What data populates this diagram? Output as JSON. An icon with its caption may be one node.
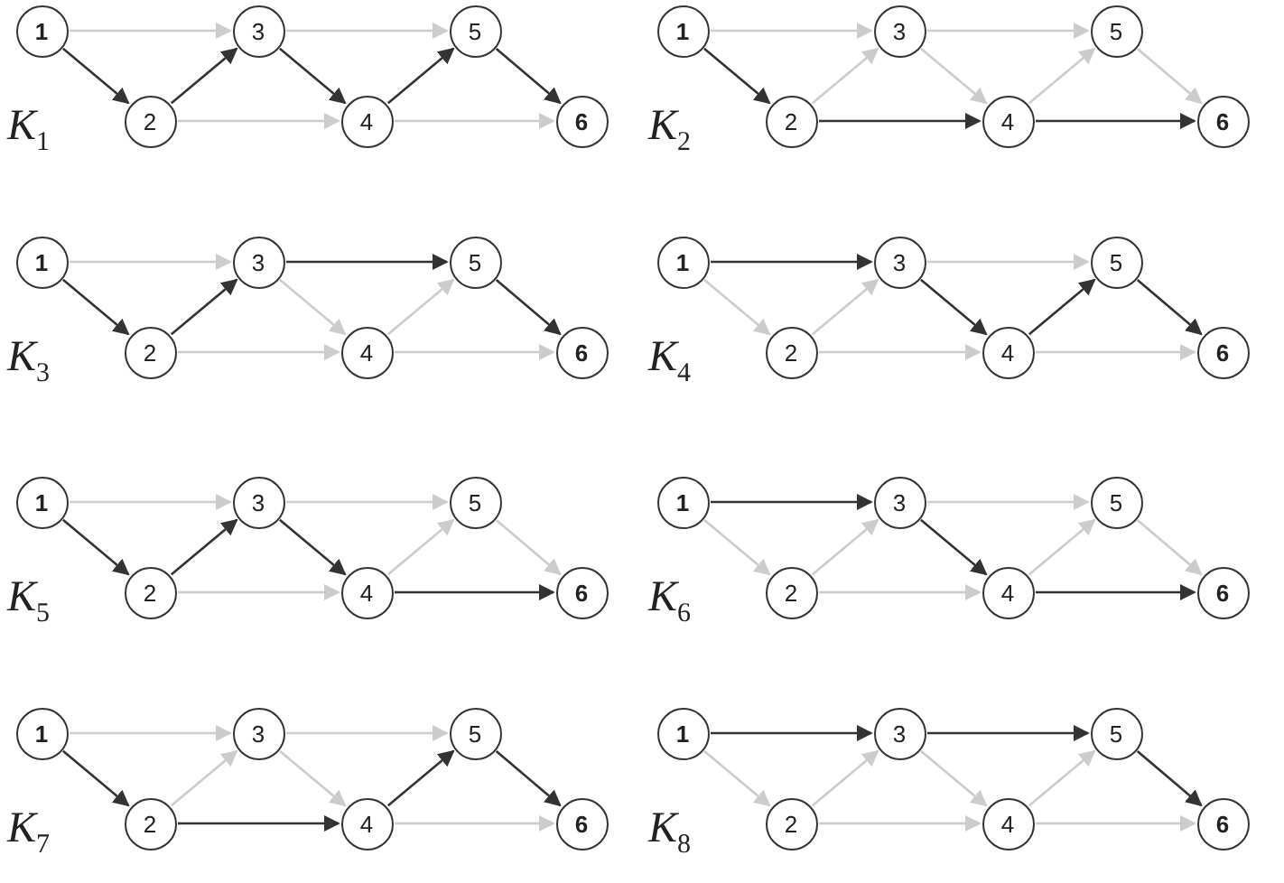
{
  "diagram": {
    "nodes": [
      {
        "text": [
          "1"
        ]
      },
      {
        "text": [
          "2"
        ]
      },
      {
        "text": [
          "3"
        ]
      },
      {
        "text": [
          "4"
        ]
      },
      {
        "text": [
          "5"
        ]
      },
      {
        "text": [
          "6"
        ]
      },
      {
        "text": [
          "1"
        ]
      },
      {
        "text": [
          "2"
        ]
      },
      {
        "text": [
          "3"
        ]
      },
      {
        "text": [
          "4"
        ]
      },
      {
        "text": [
          "5"
        ]
      },
      {
        "text": [
          "6"
        ]
      },
      {
        "text": [
          "1"
        ]
      },
      {
        "text": [
          "2"
        ]
      },
      {
        "text": [
          "3"
        ]
      },
      {
        "text": [
          "4"
        ]
      },
      {
        "text": [
          "5"
        ]
      },
      {
        "text": [
          "6"
        ]
      },
      {
        "text": [
          "1"
        ]
      },
      {
        "text": [
          "2"
        ]
      },
      {
        "text": [
          "3"
        ]
      },
      {
        "text": [
          "4"
        ]
      },
      {
        "text": [
          "5"
        ]
      },
      {
        "text": [
          "6"
        ]
      },
      {
        "text": [
          "1"
        ]
      },
      {
        "text": [
          "2"
        ]
      },
      {
        "text": [
          "3"
        ]
      },
      {
        "text": [
          "4"
        ]
      },
      {
        "text": [
          "5"
        ]
      },
      {
        "text": [
          "6"
        ]
      },
      {
        "text": [
          "1"
        ]
      },
      {
        "text": [
          "2"
        ]
      },
      {
        "text": [
          "3"
        ]
      },
      {
        "text": [
          "4"
        ]
      },
      {
        "text": [
          "5"
        ]
      },
      {
        "text": [
          "6"
        ]
      },
      {
        "text": [
          "1"
        ]
      },
      {
        "text": [
          "2"
        ]
      },
      {
        "text": [
          "3"
        ]
      },
      {
        "text": [
          "4"
        ]
      },
      {
        "text": [
          "5"
        ]
      },
      {
        "text": [
          "6"
        ]
      },
      {
        "text": [
          "1"
        ]
      },
      {
        "text": [
          "2"
        ]
      },
      {
        "text": [
          "3"
        ]
      },
      {
        "text": [
          "4"
        ]
      },
      {
        "text": [
          "5"
        ]
      },
      {
        "text": [
          "6"
        ]
      }
    ],
    "edges": [
      {
        "from": 0,
        "to": 1,
        "arrow": "to",
        "color": "#333333"
      },
      {
        "from": 0,
        "to": 2,
        "arrow": "to"
      },
      {
        "from": 1,
        "to": 2,
        "arrow": "to",
        "color": "#333333"
      },
      {
        "from": 1,
        "to": 3,
        "arrow": "to"
      },
      {
        "from": 2,
        "to": 3,
        "arrow": "to",
        "color": "#333333"
      },
      {
        "from": 2,
        "to": 4,
        "arrow": "to"
      },
      {
        "from": 3,
        "to": 4,
        "arrow": "to",
        "color": "#333333"
      },
      {
        "from": 3,
        "to": 5,
        "arrow": "to"
      },
      {
        "from": 4,
        "to": 5,
        "arrow": "to",
        "color": "#333333"
      },
      {
        "from": 6,
        "to": 7,
        "arrow": "to",
        "color": "#333333"
      },
      {
        "from": 6,
        "to": 8,
        "arrow": "to"
      },
      {
        "from": 7,
        "to": 8,
        "arrow": "to"
      },
      {
        "from": 7,
        "to": 9,
        "arrow": "to",
        "color": "#333333"
      },
      {
        "from": 8,
        "to": 9,
        "arrow": "to"
      },
      {
        "from": 8,
        "to": 10,
        "arrow": "to"
      },
      {
        "from": 9,
        "to": 10,
        "arrow": "to"
      },
      {
        "from": 9,
        "to": 11,
        "arrow": "to",
        "color": "#333333"
      },
      {
        "from": 10,
        "to": 11,
        "arrow": "to"
      },
      {
        "from": 12,
        "to": 13,
        "arrow": "to",
        "color": "#333333"
      },
      {
        "from": 12,
        "to": 14,
        "arrow": "to"
      },
      {
        "from": 13,
        "to": 14,
        "arrow": "to",
        "color": "#333333"
      },
      {
        "from": 13,
        "to": 15,
        "arrow": "to"
      },
      {
        "from": 14,
        "to": 15,
        "arrow": "to"
      },
      {
        "from": 14,
        "to": 16,
        "arrow": "to",
        "color": "#333333"
      },
      {
        "from": 15,
        "to": 16,
        "arrow": "to"
      },
      {
        "from": 15,
        "to": 17,
        "arrow": "to"
      },
      {
        "from": 16,
        "to": 17,
        "arrow": "to",
        "color": "#333333"
      },
      {
        "from": 18,
        "to": 19,
        "arrow": "to"
      },
      {
        "from": 18,
        "to": 20,
        "arrow": "to",
        "color": "#333333"
      },
      {
        "from": 19,
        "to": 20,
        "arrow": "to"
      },
      {
        "from": 19,
        "to": 21,
        "arrow": "to"
      },
      {
        "from": 20,
        "to": 21,
        "arrow": "to",
        "color": "#333333"
      },
      {
        "from": 20,
        "to": 22,
        "arrow": "to"
      },
      {
        "from": 21,
        "to": 22,
        "arrow": "to",
        "color": "#333333"
      },
      {
        "from": 21,
        "to": 23,
        "arrow": "to"
      },
      {
        "from": 22,
        "to": 23,
        "arrow": "to",
        "color": "#333333"
      },
      {
        "from": 24,
        "to": 25,
        "arrow": "to",
        "color": "#333333"
      },
      {
        "from": 24,
        "to": 26,
        "arrow": "to"
      },
      {
        "from": 25,
        "to": 26,
        "arrow": "to",
        "color": "#333333"
      },
      {
        "from": 25,
        "to": 27,
        "arrow": "to"
      },
      {
        "from": 26,
        "to": 27,
        "arrow": "to",
        "color": "#333333"
      },
      {
        "from": 26,
        "to": 28,
        "arrow": "to"
      },
      {
        "from": 27,
        "to": 28,
        "arrow": "to"
      },
      {
        "from": 27,
        "to": 29,
        "arrow": "to",
        "color": "#333333"
      },
      {
        "from": 28,
        "to": 29,
        "arrow": "to"
      },
      {
        "from": 30,
        "to": 31,
        "arrow": "to"
      },
      {
        "from": 30,
        "to": 32,
        "arrow": "to",
        "color": "#333333"
      },
      {
        "from": 31,
        "to": 32,
        "arrow": "to"
      },
      {
        "from": 31,
        "to": 33,
        "arrow": "to"
      },
      {
        "from": 32,
        "to": 33,
        "arrow": "to",
        "color": "#333333"
      },
      {
        "from": 32,
        "to": 34,
        "arrow": "to"
      },
      {
        "from": 33,
        "to": 34,
        "arrow": "to"
      },
      {
        "from": 33,
        "to": 35,
        "arrow": "to",
        "color": "#333333"
      },
      {
        "from": 34,
        "to": 35,
        "arrow": "to"
      },
      {
        "from": 36,
        "to": 37,
        "arrow": "to",
        "color": "#333333"
      },
      {
        "from": 36,
        "to": 38,
        "arrow": "to"
      },
      {
        "from": 37,
        "to": 38,
        "arrow": "to"
      },
      {
        "from": 37,
        "to": 39,
        "arrow": "to",
        "color": "#333333"
      },
      {
        "from": 38,
        "to": 39,
        "arrow": "to"
      },
      {
        "from": 38,
        "to": 40,
        "arrow": "to"
      },
      {
        "from": 39,
        "to": 40,
        "arrow": "to",
        "color": "#333333"
      },
      {
        "from": 39,
        "to": 41,
        "arrow": "to"
      },
      {
        "from": 40,
        "to": 41,
        "arrow": "to",
        "color": "#333333"
      },
      {
        "from": 42,
        "to": 43,
        "arrow": "to"
      },
      {
        "from": 42,
        "to": 44,
        "arrow": "to",
        "color": "#333333"
      },
      {
        "from": 43,
        "to": 44,
        "arrow": "to"
      },
      {
        "from": 43,
        "to": 45,
        "arrow": "to"
      },
      {
        "from": 44,
        "to": 45,
        "arrow": "to"
      },
      {
        "from": 44,
        "to": 46,
        "arrow": "to",
        "color": "#333333"
      },
      {
        "from": 45,
        "to": 46,
        "arrow": "to"
      },
      {
        "from": 45,
        "to": 47,
        "arrow": "to"
      },
      {
        "from": 46,
        "to": 47,
        "arrow": "to",
        "color": "#333333"
      }
    ],
    "labels": [
      "*K*$_{1}$",
      "*K*$_{2}$",
      "*K*$_{3}$",
      "*K*$_{4}$",
      "*K*$_{5}$",
      "*K*$_{6}$",
      "*K*$_{7}$",
      "*K*$_{8}$"
    ]
  }
}
